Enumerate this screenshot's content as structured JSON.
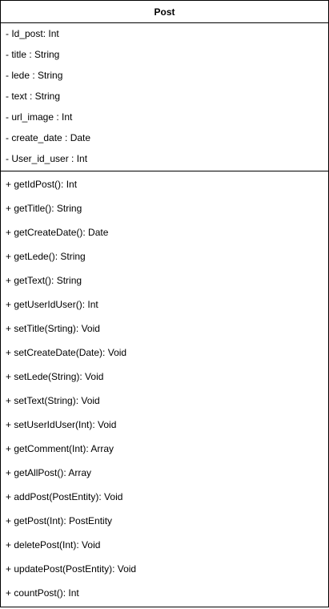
{
  "class": {
    "name": "Post",
    "attributes": [
      "- Id_post: Int",
      "- title : String",
      "- lede : String",
      "- text : String",
      "- url_image : Int",
      "- create_date : Date",
      "- User_id_user : Int"
    ],
    "methods": [
      "+ getIdPost(): Int",
      "+ getTitle(): String",
      "+ getCreateDate(): Date",
      "+ getLede(): String",
      "+ getText(): String",
      "+ getUserIdUser(): Int",
      "+ setTitle(Srting): Void",
      "+ setCreateDate(Date): Void",
      "+ setLede(String): Void",
      "+ setText(String): Void",
      "+ setUserIdUser(Int): Void",
      "+ getComment(Int): Array",
      "+ getAllPost(): Array",
      "+ addPost(PostEntity): Void",
      "+ getPost(Int): PostEntity",
      "+ deletePost(Int): Void",
      "+ updatePost(PostEntity): Void",
      "+ countPost(): Int"
    ]
  }
}
